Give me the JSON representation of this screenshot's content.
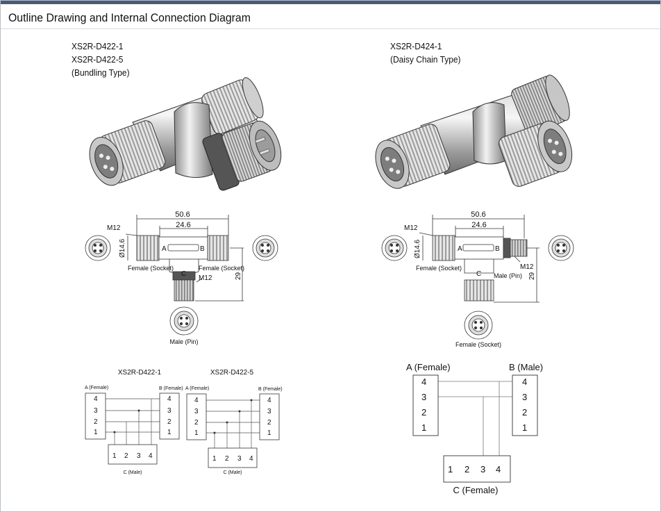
{
  "page": {
    "title": "Outline Drawing and Internal Connection Diagram"
  },
  "left_product": {
    "model_lines": [
      "XS2R-D422-1",
      "XS2R-D422-5"
    ],
    "type_label": "(Bundling Type)",
    "dimensions": {
      "overall": "50.6",
      "inner": "24.6",
      "diameter": "Ø14.6",
      "height": "29",
      "thread": "M12",
      "thread_bottom": "M12"
    },
    "ports": {
      "a": "A",
      "b": "B",
      "c": "C"
    },
    "labels": {
      "a_side": "Female (Socket)",
      "b_side": "Female (Socket)",
      "c_side": "Male (Pin)"
    },
    "wiring": [
      {
        "title": "XS2R-D422-1",
        "left_header": "A (Female)",
        "right_header": "B (Female)",
        "bottom_caption": "C (Male)",
        "left_pins": [
          "4",
          "3",
          "2",
          "1"
        ],
        "right_pins": [
          "4",
          "3",
          "2",
          "1"
        ],
        "bottom_pins": [
          "1",
          "2",
          "3",
          "4"
        ]
      },
      {
        "title": "XS2R-D422-5",
        "left_header": "A (Female)",
        "right_header": "B (Female)",
        "bottom_caption": "C (Male)",
        "left_pins": [
          "4",
          "3",
          "2",
          "1"
        ],
        "right_pins": [
          "4",
          "3",
          "2",
          "1"
        ],
        "bottom_pins": [
          "1",
          "2",
          "3",
          "4"
        ]
      }
    ]
  },
  "right_product": {
    "model_line": "XS2R-D424-1",
    "type_label": "(Daisy Chain Type)",
    "dimensions": {
      "overall": "50.6",
      "inner": "24.6",
      "diameter": "Ø14.6",
      "height": "29",
      "thread": "M12",
      "thread_right": "M12"
    },
    "ports": {
      "a": "A",
      "b": "B",
      "c": "C"
    },
    "labels": {
      "a_side": "Female (Socket)",
      "b_side": "Male (Pin)",
      "c_side": "Female (Socket)"
    },
    "wiring": {
      "left_header": "A (Female)",
      "right_header": "B (Male)",
      "bottom_caption": "C (Female)",
      "left_pins": [
        "4",
        "3",
        "2",
        "1"
      ],
      "right_pins": [
        "4",
        "3",
        "2",
        "1"
      ],
      "bottom_pins": [
        "1",
        "2",
        "3",
        "4"
      ]
    }
  },
  "colors": {
    "header_bar": "#4a5a75",
    "line": "#333333",
    "body_gray": "#9a9a9a"
  }
}
